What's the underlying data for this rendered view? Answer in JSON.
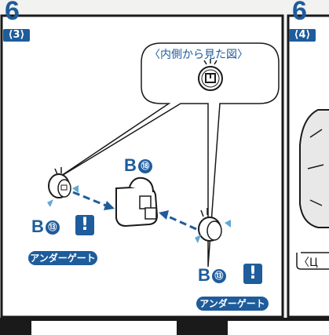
{
  "panel_3": {
    "step_number": "6",
    "sub_step": "⟨3⟩",
    "callout_label": "〈内側から見た図〉",
    "center_part": {
      "letter": "B",
      "number": "⑱"
    },
    "left_part": {
      "letter": "B",
      "number": "⑬"
    },
    "right_part": {
      "letter": "B",
      "number": "⑬"
    },
    "warning_mark": "!",
    "gate_label": "アンダーゲート"
  },
  "panel_4": {
    "step_number": "6",
    "sub_step": "⟨4⟩",
    "partial_label": "〈Ц"
  },
  "colors": {
    "accent": "#1e5c9c",
    "frame": "#1a1a1a",
    "part_fill": "#ffffff",
    "background": "#f2f2f0"
  }
}
